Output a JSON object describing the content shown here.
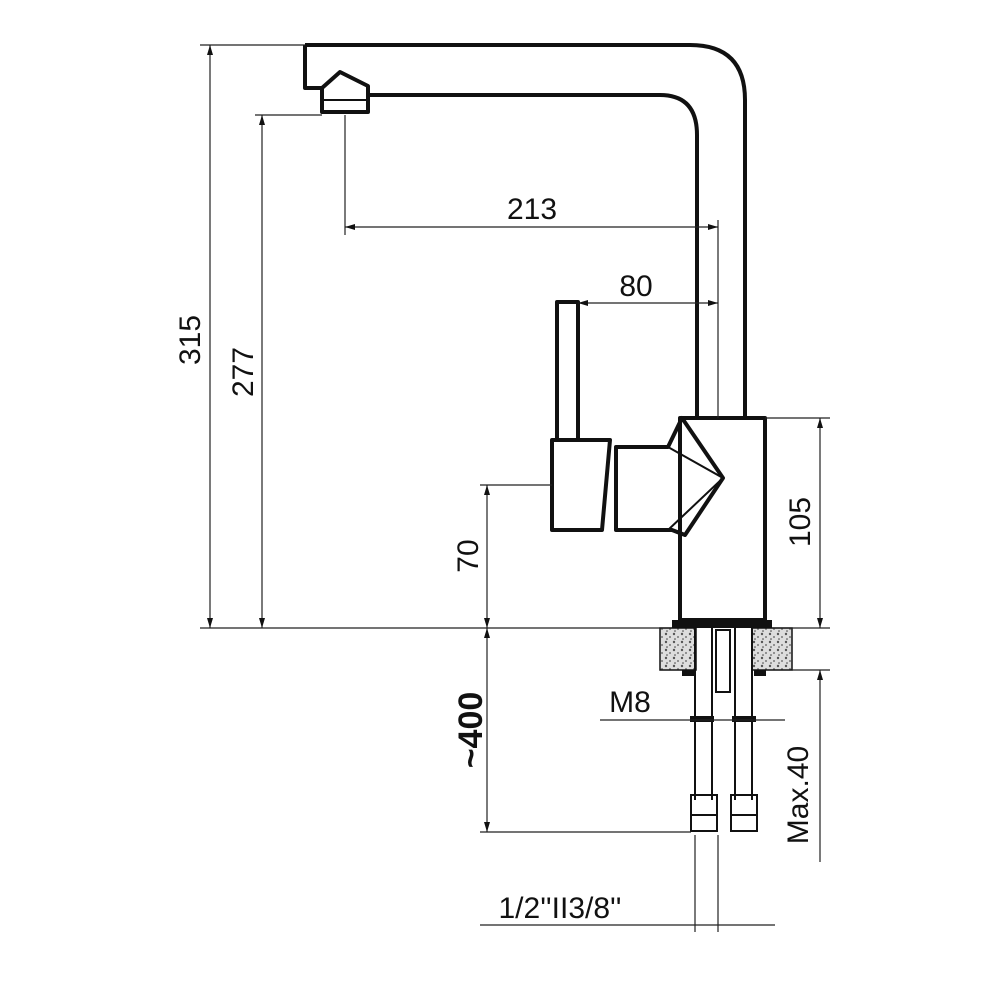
{
  "title": "Faucet dimension drawing",
  "dimensions": {
    "total_height": "315",
    "spout_height": "277",
    "spout_reach": "213",
    "handle_offset": "80",
    "body_height": "105",
    "handle_height": "70",
    "hose_length": "~400",
    "mount_thread": "M8",
    "max_counter_thickness": "Max.40",
    "connection": "1/2''II3/8''"
  }
}
